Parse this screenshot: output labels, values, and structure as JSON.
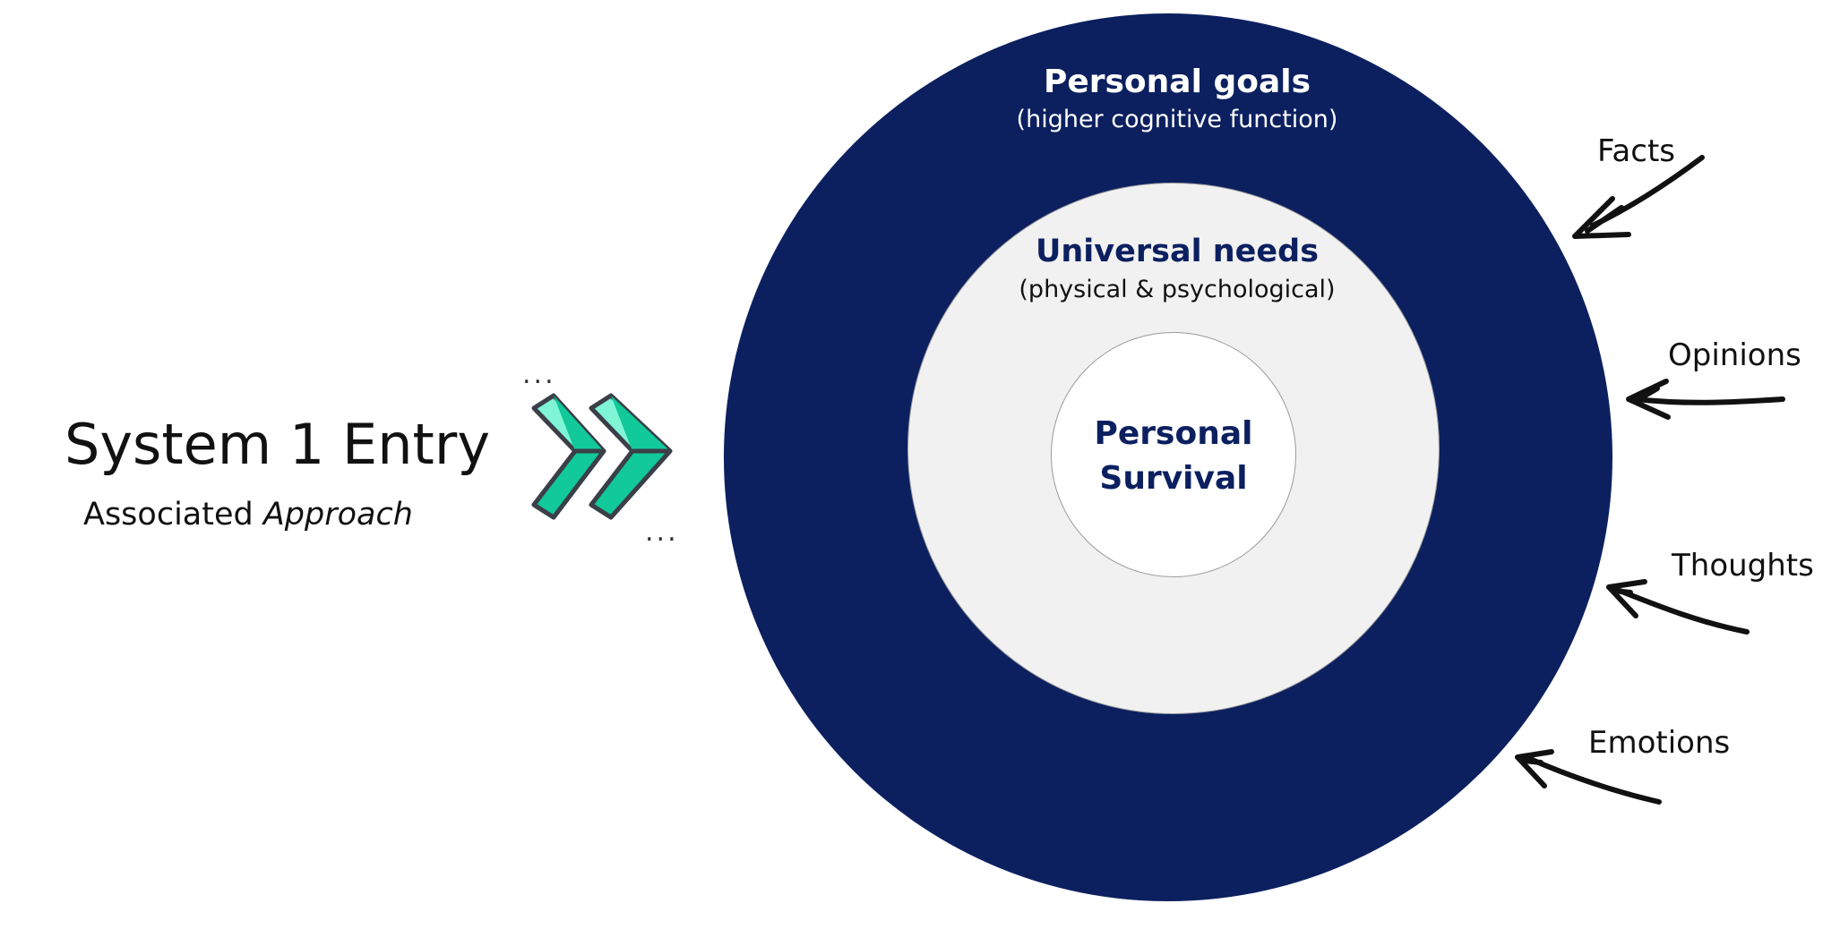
{
  "entry": {
    "title": "System 1 Entry",
    "subtitle_prefix": "Associated ",
    "subtitle_emphasis": "Approach",
    "dots_top": "...",
    "dots_bottom": "...",
    "chevron_icon": "double-chevron-right-icon"
  },
  "rings": {
    "outer": {
      "title": "Personal goals",
      "subtitle": "(higher cognitive function)"
    },
    "middle": {
      "title": "Universal needs",
      "subtitle": "(physical & psychological)"
    },
    "inner": {
      "title": "Personal Survival"
    }
  },
  "inputs": [
    "Facts",
    "Opinions",
    "Thoughts",
    "Emotions"
  ],
  "colors": {
    "outer_ring": "#0c2060",
    "middle_ring": "#f1f1f1",
    "inner_circle": "#ffffff",
    "chevron_light": "#7ff5d6",
    "chevron_dark": "#12c99a",
    "chevron_outline": "#3a3f48"
  }
}
